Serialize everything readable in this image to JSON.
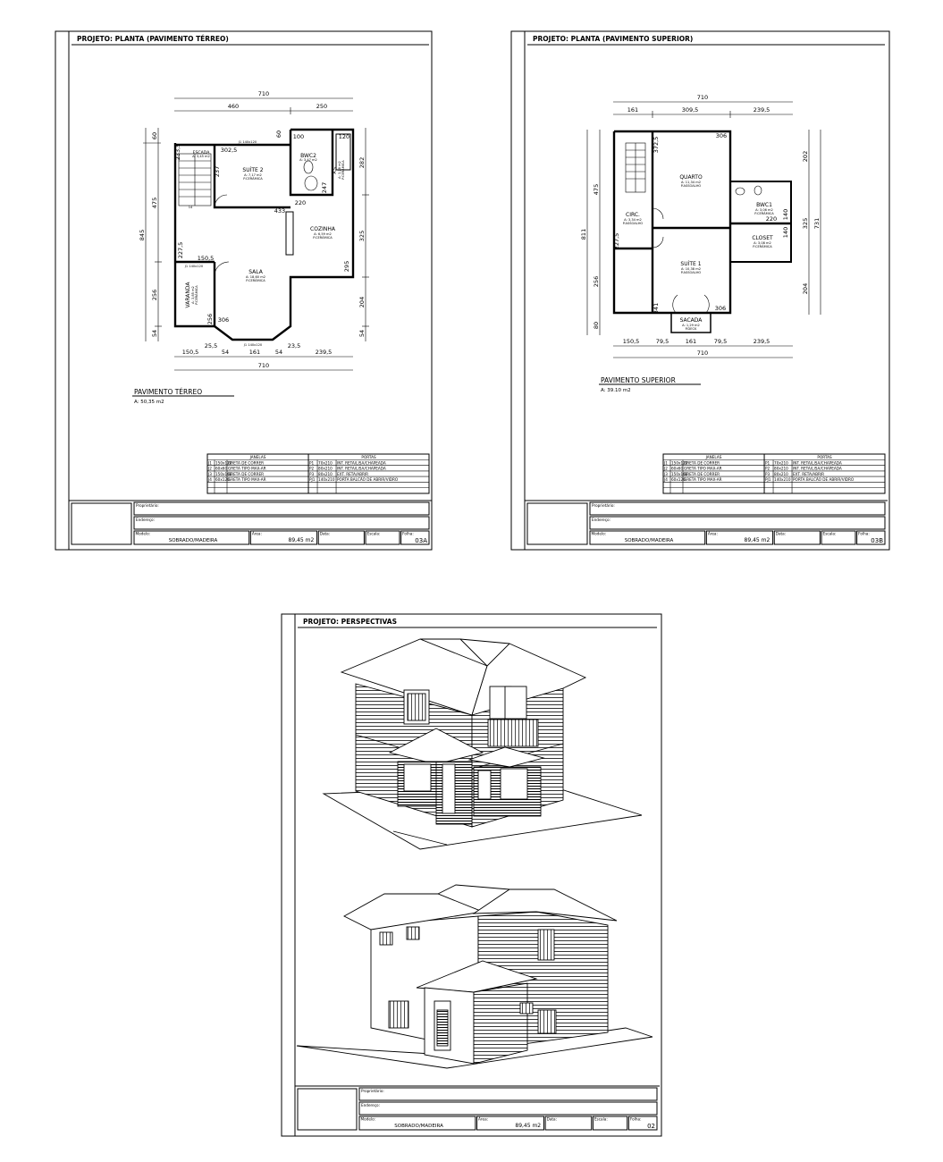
{
  "sheets": [
    {
      "title": "PROJETO: PLANTA (PAVIMENTO TÉRREO)",
      "plan_label": "PAVIMENTO TÉRREO",
      "plan_area": "A: 50,35 m2",
      "rooms": {
        "escada": {
          "name": "ESCADA",
          "area": "A: 3,45 m2"
        },
        "suite2": {
          "name": "SUÍTE 2",
          "area": "A: 7,17 m2",
          "floor": "P.CERÂMICA"
        },
        "bwc2": {
          "name": "BWC2",
          "area": "A: 3,47 m2"
        },
        "as": {
          "name": "A.S.",
          "area": "A: 3,28 m2",
          "floor": "P.CERÂMICA"
        },
        "cozinha": {
          "name": "COZINHA",
          "area": "A: 6,59 m2",
          "floor": "P.CERÂMICA"
        },
        "sala": {
          "name": "SALA",
          "area": "A: 18,60 m2",
          "floor": "P.CERÂMICA"
        },
        "varanda": {
          "name": "VARANDA",
          "area": "A: 3,85 m2",
          "floor": "P.CERÂMICA"
        }
      },
      "stair_steps": [
        "7",
        "8",
        "6",
        "9",
        "5",
        "10",
        "4",
        "11",
        "3",
        "12",
        "2",
        "13",
        "1",
        "14"
      ],
      "dims": {
        "top_total": "710",
        "top_a": "460",
        "top_b": "250",
        "bottom_total": "710",
        "bottom": [
          "150,5",
          "25,5",
          "54",
          "161",
          "54",
          "23,5",
          "239,5"
        ],
        "left_total": "845",
        "left": [
          "60",
          "475",
          "256",
          "54"
        ],
        "right": [
          "282",
          "325",
          "204",
          "54"
        ],
        "inner": [
          "233,5",
          "302,5",
          "237",
          "100",
          "120",
          "60",
          "247",
          "220",
          "433",
          "227,5",
          "150,5",
          "295",
          "256",
          "306"
        ]
      },
      "window_tags": [
        "J1 140x120",
        "J1 140x120",
        "J1 140x120"
      ],
      "table": {
        "janelas_header": "JANELAS",
        "portas_header": "PORTAS",
        "janelas": [
          [
            "J1",
            "150x120",
            "GRETA DE CORRER"
          ],
          [
            "J2",
            "60x60",
            "GRETA TIPO MAX-AR"
          ],
          [
            "J3",
            "150x100",
            "GRETA DE CORRER"
          ],
          [
            "J4",
            "60x120",
            "GRETA TIPO MAX-AR"
          ]
        ],
        "portas": [
          [
            "P1",
            "70x210",
            "INT. RETA/LISA/CHAPEADA"
          ],
          [
            "P2",
            "80x210",
            "INT. RETA/LISA/CHAPEADA"
          ],
          [
            "P3",
            "80x210",
            "EXT. RETA/ABRIR"
          ],
          [
            "PJ1",
            "140x210",
            "PORTA BALCÃO DE ABRIR/VIDRO"
          ]
        ]
      },
      "titleblock": {
        "proprietario_label": "Proprietário:",
        "endereco_label": "Endereço:",
        "modelo_label": "Modelo:",
        "modelo": "SOBRADO/MADEIRA",
        "area_label": "Área:",
        "area": "89,45 m2",
        "data_label": "Data:",
        "escala_label": "Escala:",
        "folha_label": "Folha:",
        "folha": "03A"
      }
    },
    {
      "title": "PROJETO: PLANTA (PAVIMENTO SUPERIOR)",
      "plan_label": "PAVIMENTO SUPERIOR",
      "plan_area": "A: 39.10 m2",
      "rooms": {
        "quarto": {
          "name": "QUARTO",
          "area": "A: 11,34 m2",
          "floor": "P.ASSOALHO"
        },
        "circ": {
          "name": "CIRC.",
          "area": "A: 3,34 m2",
          "floor": "P.ASSOALHO"
        },
        "suite1": {
          "name": "SUÍTE 1",
          "area": "A: 10,38 m2",
          "floor": "P.ASSOALHO"
        },
        "bwc1": {
          "name": "BWC1",
          "area": "A: 3,06 m2",
          "floor": "P.CERÂMICA"
        },
        "closet": {
          "name": "CLOSET",
          "area": "A: 3,08 m2",
          "floor": "P.CERÂMICA"
        },
        "sacada": {
          "name": "SACADA",
          "area": "A: 1,29 m2",
          "floor": "P.DECK"
        }
      },
      "dims": {
        "top_total": "710",
        "top": [
          "161",
          "309,5",
          "239,5"
        ],
        "bottom_total": "710",
        "bottom": [
          "150,5",
          "79,5",
          "161",
          "79,5",
          "239,5"
        ],
        "left_total": "811",
        "left": [
          "475",
          "256",
          "80"
        ],
        "right_total": "731",
        "right": [
          "202",
          "325",
          "204"
        ],
        "inner": [
          "372,5",
          "306",
          "227,5",
          "220",
          "140",
          "140",
          "341",
          "306"
        ]
      },
      "table": {
        "janelas_header": "JANELAS",
        "portas_header": "PORTAS",
        "janelas": [
          [
            "J1",
            "150x120",
            "GRETA DE CORRER"
          ],
          [
            "J2",
            "60x60",
            "GRETA TIPO MAX-AR"
          ],
          [
            "J3",
            "150x100",
            "GRETA DE CORRER"
          ],
          [
            "J4",
            "60x120",
            "GRETA TIPO MAX-AR"
          ]
        ],
        "portas": [
          [
            "P1",
            "70x210",
            "INT. RETA/LISA/CHAPEADA"
          ],
          [
            "P2",
            "80x210",
            "INT. RETA/LISA/CHAPEADA"
          ],
          [
            "P3",
            "80x210",
            "EXT. RETA/ABRIR"
          ],
          [
            "PJ1",
            "140x210",
            "PORTA BALCÃO DE ABRIR/VIDRO"
          ]
        ]
      },
      "titleblock": {
        "proprietario_label": "Proprietário:",
        "endereco_label": "Endereço:",
        "modelo_label": "Modelo:",
        "modelo": "SOBRADO/MADEIRA",
        "area_label": "Área:",
        "area": "89,45 m2",
        "data_label": "Data:",
        "escala_label": "Escala:",
        "folha_label": "Folha:",
        "folha": "03B"
      }
    },
    {
      "title": "PROJETO: PERSPECTIVAS",
      "titleblock": {
        "proprietario_label": "Proprietário:",
        "endereco_label": "Endereço:",
        "modelo_label": "Modelo:",
        "modelo": "SOBRADO/MADEIRA",
        "area_label": "Área:",
        "area": "89,45 m2",
        "data_label": "Data:",
        "escala_label": "Escala:",
        "folha_label": "Folha:",
        "folha": "02"
      }
    }
  ]
}
